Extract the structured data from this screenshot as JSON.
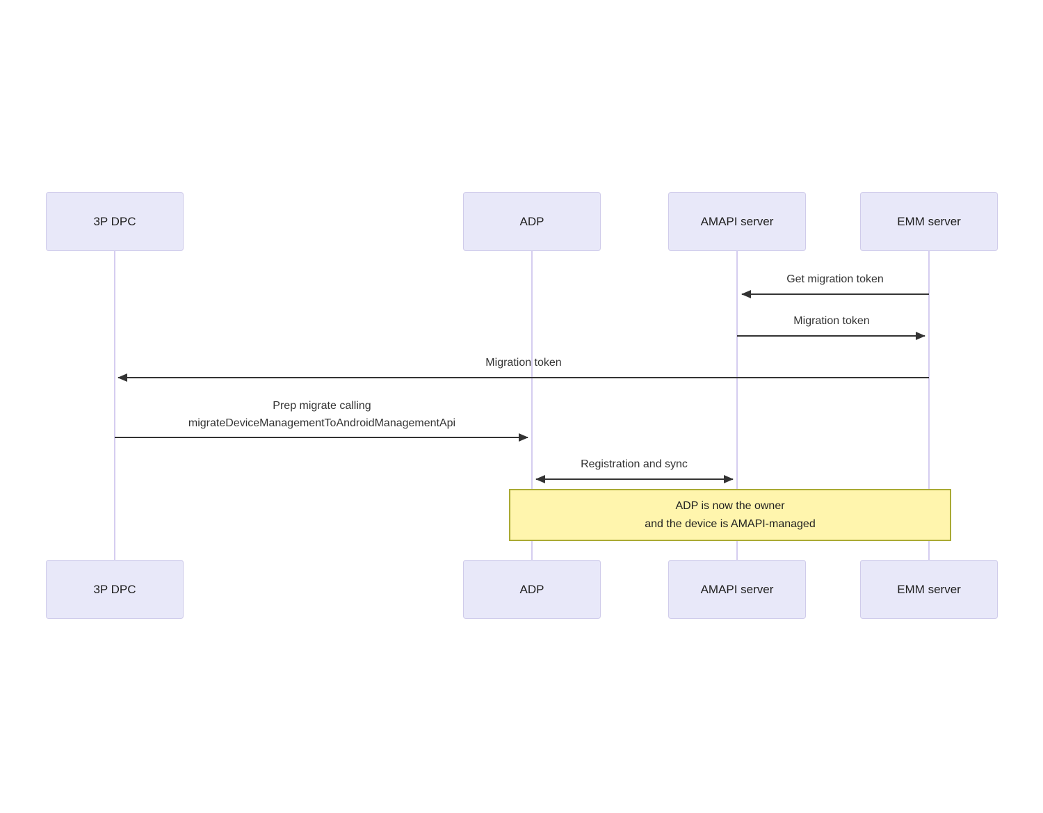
{
  "diagram": {
    "type": "sequence-diagram",
    "actors": [
      {
        "id": "3p-dpc",
        "label": "3P DPC"
      },
      {
        "id": "adp",
        "label": "ADP"
      },
      {
        "id": "amapi-server",
        "label": "AMAPI server"
      },
      {
        "id": "emm-server",
        "label": "EMM server"
      }
    ],
    "messages": [
      {
        "from": "EMM server",
        "to": "AMAPI server",
        "label": "Get migration token",
        "arrow": "solid",
        "direction": "left"
      },
      {
        "from": "AMAPI server",
        "to": "EMM server",
        "label": "Migration token",
        "arrow": "solid",
        "direction": "right"
      },
      {
        "from": "EMM server",
        "to": "3P DPC",
        "label": "Migration token",
        "arrow": "solid",
        "direction": "left"
      },
      {
        "from": "3P DPC",
        "to": "ADP",
        "label_line1": "Prep migrate calling",
        "label_line2": "migrateDeviceManagementToAndroidManagementApi",
        "arrow": "solid",
        "direction": "right"
      },
      {
        "from": "ADP",
        "to": "AMAPI server",
        "label": "Registration and sync",
        "arrow": "solid",
        "direction": "both"
      }
    ],
    "note": {
      "over": "ADP, EMM server",
      "line1": "ADP is now the owner",
      "line2": "and the device is AMAPI-managed"
    },
    "colors": {
      "actor_fill": "#e8e8f9",
      "actor_border": "#cfcbea",
      "lifeline": "#d5cdf0",
      "arrow": "#333333",
      "text": "#333333",
      "note_fill": "#fff5ad",
      "note_border": "#aaaa33"
    }
  }
}
